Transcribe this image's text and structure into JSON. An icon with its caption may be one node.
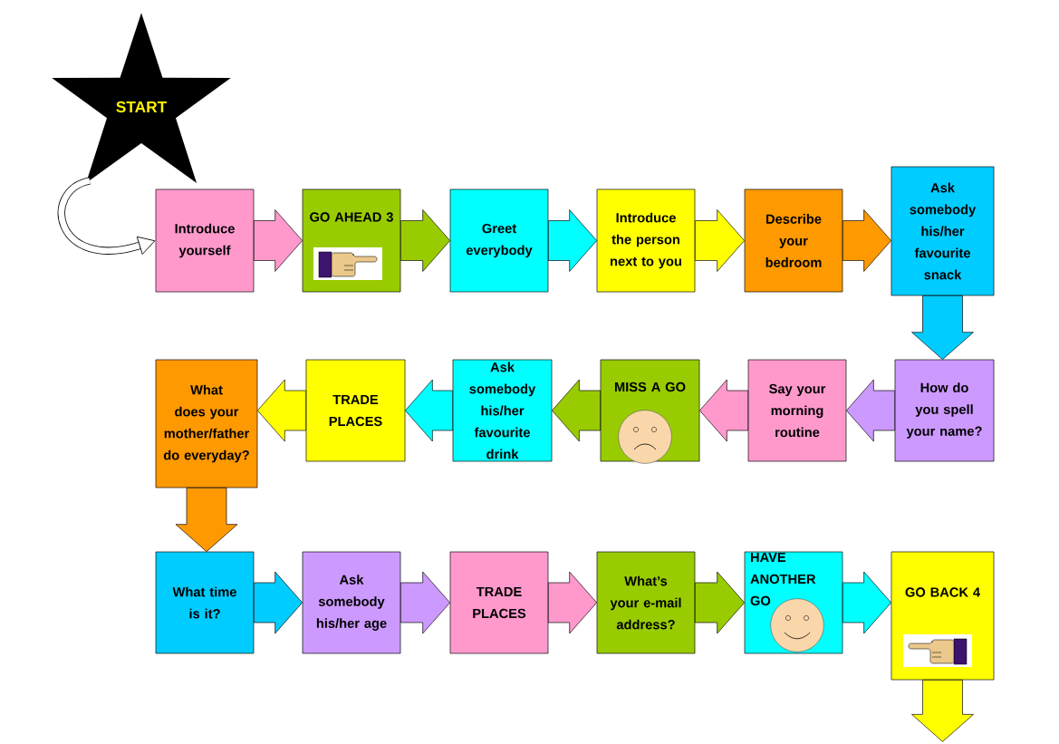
{
  "diagram": {
    "nodes": [
      {
        "text": [
          "START"
        ]
      },
      {
        "text": [
          "Introduce yourself"
        ]
      },
      {
        "text": [
          "GO AHEAD 3"
        ]
      },
      {
        "text": [
          "Greet everybody"
        ]
      },
      {
        "text": [
          "Introduce the person next to you"
        ]
      },
      {
        "text": [
          "Describe your bedroom"
        ]
      },
      {
        "text": [
          "Ask somebody his/her favourite snack"
        ]
      },
      {
        "text": [
          "How do you spell your name?"
        ]
      },
      {
        "text": [
          "Say your morning routine"
        ]
      },
      {
        "text": [
          "MISS A GO"
        ]
      },
      {
        "text": [
          "Ask somebody his/her favourite drink"
        ]
      },
      {
        "text": [
          "TRADE PLACES"
        ]
      },
      {
        "text": [
          "What does your mother/father do everyday?"
        ]
      },
      {
        "text": [
          "What time is it?"
        ]
      },
      {
        "text": [
          "Ask somebody his/her age"
        ]
      },
      {
        "text": [
          "TRADE PLACES"
        ]
      },
      {
        "text": [
          "What’s your e-mail address?"
        ]
      },
      {
        "text": [
          "HAVE ANOTHER GO"
        ]
      },
      {
        "text": [
          "GO BACK 4"
        ]
      }
    ],
    "edges": [
      {
        "from": 0,
        "to": 1,
        "arrow": "to"
      },
      {
        "from": 1,
        "to": 2,
        "arrow": "to",
        "color": "#ff99cc"
      },
      {
        "from": 2,
        "to": 3,
        "arrow": "to",
        "color": "#99cc00"
      },
      {
        "from": 3,
        "to": 4,
        "arrow": "to",
        "color": "#00ffff"
      },
      {
        "from": 4,
        "to": 5,
        "arrow": "to",
        "color": "#ffff00"
      },
      {
        "from": 5,
        "to": 6,
        "arrow": "to",
        "color": "#ff9900"
      },
      {
        "from": 6,
        "to": 7,
        "arrow": "to",
        "color": "#00ccff"
      },
      {
        "from": 7,
        "to": 8,
        "arrow": "to",
        "color": "#cc99ff"
      },
      {
        "from": 8,
        "to": 9,
        "arrow": "to",
        "color": "#ff99cc"
      },
      {
        "from": 9,
        "to": 10,
        "arrow": "to",
        "color": "#99cc00"
      },
      {
        "from": 10,
        "to": 11,
        "arrow": "to",
        "color": "#00ffff"
      },
      {
        "from": 11,
        "to": 12,
        "arrow": "to",
        "color": "#ffff00"
      },
      {
        "from": 12,
        "to": 13,
        "arrow": "to",
        "color": "#ff9900"
      },
      {
        "from": 13,
        "to": 14,
        "arrow": "to",
        "color": "#00ccff"
      },
      {
        "from": 14,
        "to": 15,
        "arrow": "to",
        "color": "#cc99ff"
      },
      {
        "from": 15,
        "to": 16,
        "arrow": "to",
        "color": "#ff99cc"
      },
      {
        "from": 16,
        "to": 17,
        "arrow": "to",
        "color": "#99cc00"
      },
      {
        "from": 17,
        "to": 18,
        "arrow": "to",
        "color": "#00ffff"
      },
      {
        "from": 18,
        "to": null,
        "arrow": "to",
        "color": "#ffff00"
      }
    ]
  }
}
